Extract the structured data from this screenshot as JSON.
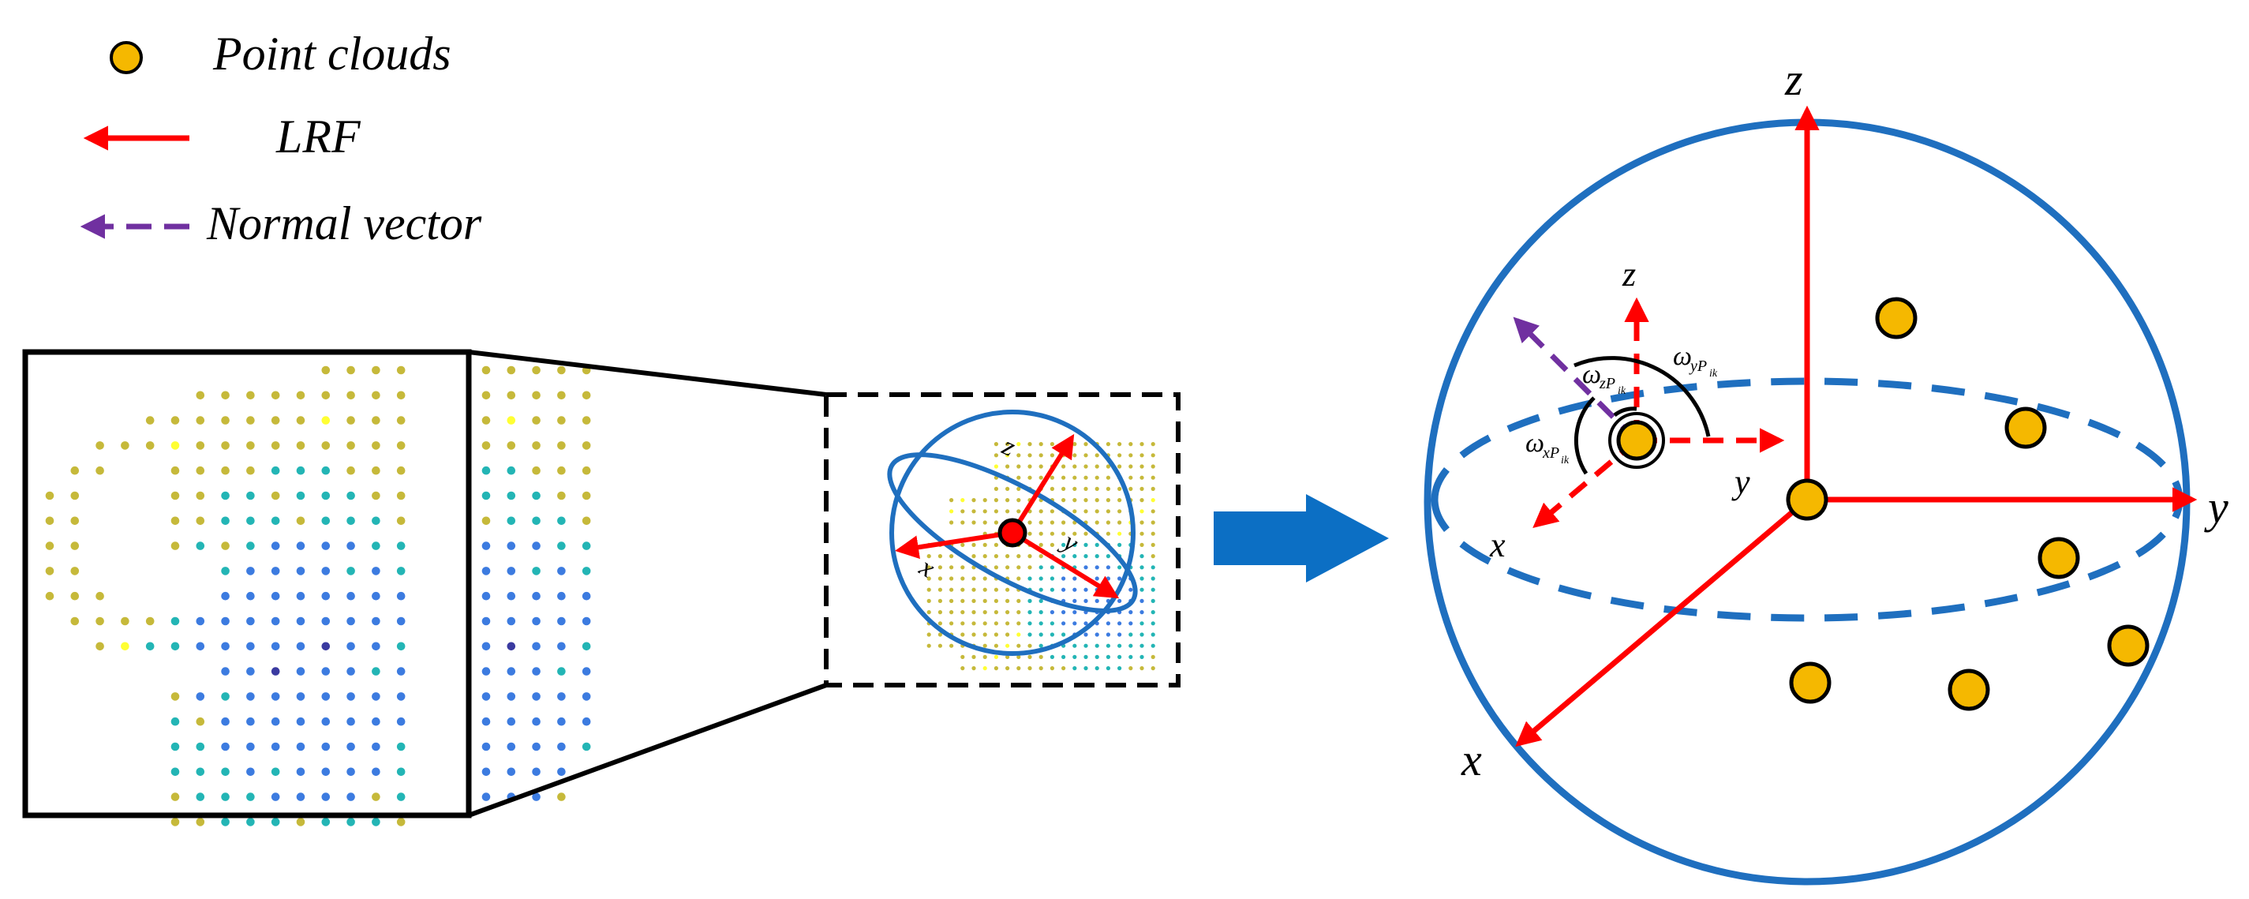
{
  "legend": {
    "point_clouds": "Point clouds",
    "lrf": "LRF",
    "normal_vector": "Normal vector"
  },
  "big_sphere": {
    "axes": {
      "z": "z",
      "y": "y",
      "x": "x"
    },
    "local_axes": {
      "z": "z",
      "y": "y",
      "x": "x"
    },
    "angles": {
      "omega": "ω",
      "sub_z": "zP",
      "sub_y": "yP",
      "sub_x": "xP",
      "sub_index": "ik"
    }
  },
  "small_sphere": {
    "axes": {
      "z": "z",
      "y": "y",
      "x": "x"
    }
  },
  "colors": {
    "point": "#f5b800",
    "lrf_arrow": "#ff0000",
    "normal_vector": "#7030a0",
    "sphere": "#1f6fbf",
    "big_arrow": "#0c6fc4",
    "olive": "#c6b93a",
    "teal": "#23b5b5",
    "blue": "#3c7be0",
    "yellow": "#ffff33",
    "navy": "#3a3aa0"
  }
}
